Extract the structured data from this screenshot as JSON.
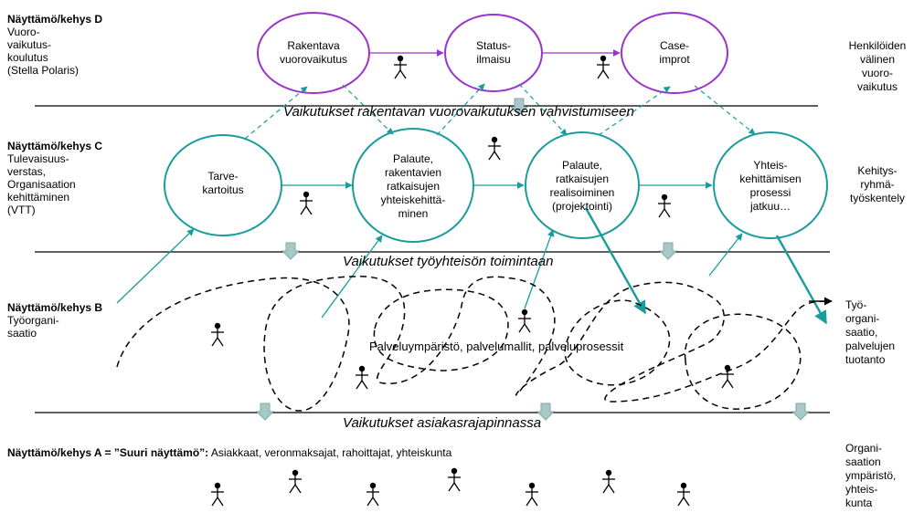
{
  "levels": {
    "d": {
      "title": "Näyttämö/kehys D",
      "lines": [
        "Vuoro-",
        "vaikutus-",
        "koulutus",
        "(Stella Polaris)"
      ]
    },
    "c": {
      "title": "Näyttämö/kehys C",
      "lines": [
        "Tulevaisuus-",
        "verstas,",
        "Organisaation",
        "kehittäminen",
        "(VTT)"
      ]
    },
    "b": {
      "title": "Näyttämö/kehys B",
      "lines": [
        "Työorgani-",
        "saatio"
      ]
    },
    "a": {
      "title": "Näyttämö/kehys A = ”Suuri näyttämö”:",
      "text": "Asiakkaat, veronmaksajat, rahoittajat, yhteiskunta"
    }
  },
  "nodes_d": [
    {
      "lines": [
        "Rakentava",
        "vuorovaikutus"
      ]
    },
    {
      "lines": [
        "Status-",
        "ilmaisu"
      ]
    },
    {
      "lines": [
        "Case-",
        "improt"
      ]
    }
  ],
  "nodes_c": [
    {
      "lines": [
        "Tarve-",
        "kartoitus"
      ]
    },
    {
      "lines": [
        "Palaute,",
        "rakentavien",
        "ratkaisujen",
        "yhteiskehittä-",
        "minen"
      ]
    },
    {
      "lines": [
        "Palaute,",
        "ratkaisujen",
        "realisoiminen",
        "(projektointi)"
      ]
    },
    {
      "lines": [
        "Yhteis-",
        "kehittämisen",
        "prosessi",
        "jatkuu…"
      ]
    }
  ],
  "bands": {
    "d_c": "Vaikutukset rakentavan vuorovaikutuksen vahvistumiseen",
    "c_b": "Vaikutukset työyhteisön toimintaan",
    "b_a": "Vaikutukset asiakasrajapinnassa"
  },
  "service_text": "Palveluympäristö, palvelumallit, palveluprosessit",
  "right_labels": {
    "d": [
      "Henkilöiden",
      "välinen",
      "vuoro-",
      "vaikutus"
    ],
    "c": [
      "Kehitys-",
      "ryhmä-",
      "työskentely"
    ],
    "b": [
      "Työ-",
      "organi-",
      "saatio,",
      "palvelujen",
      "tuotanto"
    ],
    "a": [
      "Organi-",
      "saation",
      "ympäristö,",
      "yhteis-",
      "kunta"
    ]
  },
  "colors": {
    "purple": "#9933cc",
    "teal": "#1a9c9c",
    "arrow_fill": "#a8c8c8",
    "arrow_stroke": "#7fa8a8"
  },
  "icons": {
    "person": "stick-figure-icon",
    "down_arrow": "down-arrow-icon"
  }
}
